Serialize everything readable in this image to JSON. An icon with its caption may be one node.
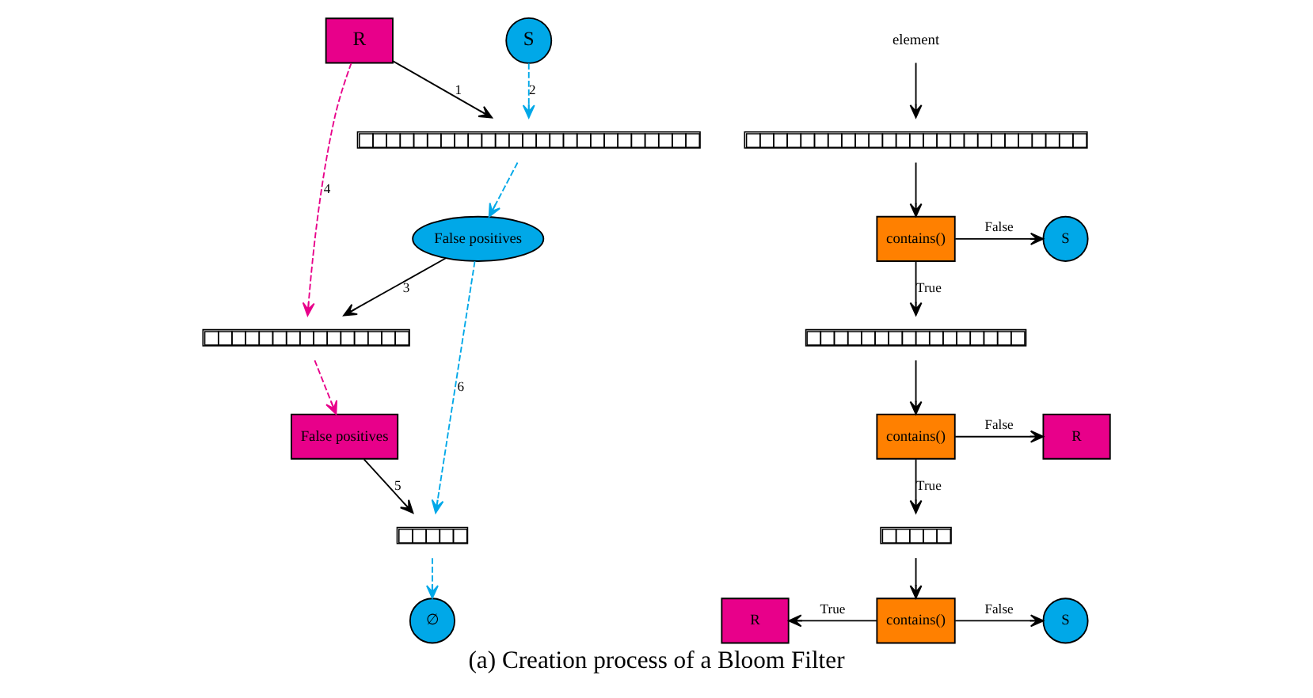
{
  "diagram": {
    "caption": "(a) Creation process of a Bloom Filter",
    "nodes": [
      {
        "text": [
          "R"
        ]
      },
      {
        "text": [
          "S"
        ]
      },
      {
        "text": [],
        "shape": "bar"
      },
      {
        "text": [
          "False positives"
        ]
      },
      {
        "text": [],
        "shape": "bar"
      },
      {
        "text": [
          "False positives"
        ]
      },
      {
        "text": [],
        "shape": "bar"
      },
      {
        "text": [
          "∅"
        ]
      },
      {
        "text": [
          "element"
        ]
      },
      {
        "text": [],
        "shape": "bar"
      },
      {
        "text": [
          "contains()"
        ]
      },
      {
        "text": [
          "S"
        ]
      },
      {
        "text": [],
        "shape": "bar"
      },
      {
        "text": [
          "contains()"
        ]
      },
      {
        "text": [
          "R"
        ]
      },
      {
        "text": [],
        "shape": "bar"
      },
      {
        "text": [
          "contains()"
        ]
      },
      {
        "text": [
          "R"
        ]
      },
      {
        "text": [
          "S"
        ]
      }
    ],
    "edges": [
      {
        "from": 0,
        "to": 2,
        "arrow": "to",
        "label": "1"
      },
      {
        "from": 1,
        "to": 2,
        "arrow": "to",
        "label": "2",
        "style": "dashed",
        "color": "#00a8e8"
      },
      {
        "from": 2,
        "to": 3,
        "arrow": "to",
        "style": "dashed",
        "color": "#00a8e8"
      },
      {
        "from": 3,
        "to": 4,
        "arrow": "to",
        "label": "3"
      },
      {
        "from": 0,
        "to": 4,
        "arrow": "to",
        "label": "4",
        "style": "dashed",
        "color": "#e8008a"
      },
      {
        "from": 4,
        "to": 5,
        "arrow": "to",
        "style": "dashed",
        "color": "#e8008a"
      },
      {
        "from": 5,
        "to": 6,
        "arrow": "to",
        "label": "5"
      },
      {
        "from": 3,
        "to": 6,
        "arrow": "to",
        "label": "6",
        "style": "dashed",
        "color": "#00a8e8"
      },
      {
        "from": 6,
        "to": 7,
        "arrow": "to",
        "style": "dashed",
        "color": "#00a8e8"
      },
      {
        "from": 8,
        "to": 9,
        "arrow": "to"
      },
      {
        "from": 9,
        "to": 10,
        "arrow": "to"
      },
      {
        "from": 10,
        "to": 11,
        "arrow": "to",
        "label": "False"
      },
      {
        "from": 10,
        "to": 12,
        "arrow": "to",
        "label": "True"
      },
      {
        "from": 12,
        "to": 13,
        "arrow": "to"
      },
      {
        "from": 13,
        "to": 14,
        "arrow": "to",
        "label": "False"
      },
      {
        "from": 13,
        "to": 15,
        "arrow": "to",
        "label": "True"
      },
      {
        "from": 15,
        "to": 16,
        "arrow": "to"
      },
      {
        "from": 16,
        "to": 17,
        "arrow": "to",
        "label": "True"
      },
      {
        "from": 16,
        "to": 18,
        "arrow": "to",
        "label": "False"
      }
    ]
  }
}
